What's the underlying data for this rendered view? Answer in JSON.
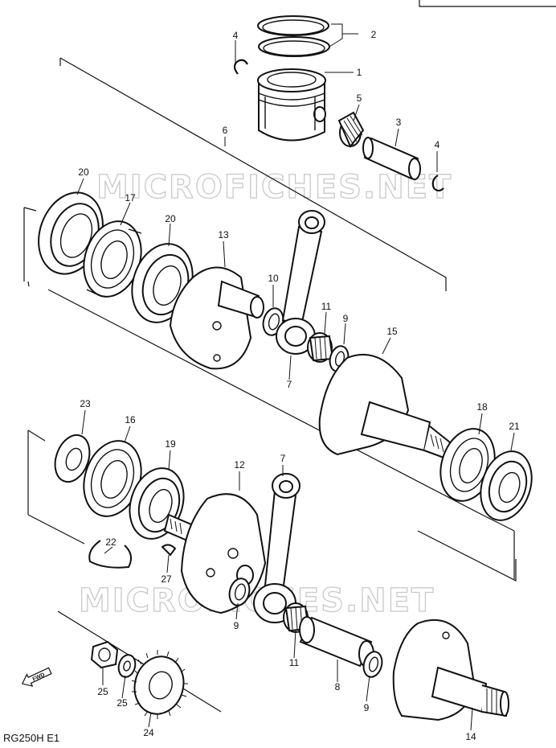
{
  "diagram": {
    "model_code": "RG250H E1",
    "watermark": "MICROFICHES.NET",
    "direction_marker": "FWD",
    "callouts": [
      "1",
      "2",
      "3",
      "4",
      "4",
      "5",
      "6",
      "7",
      "7",
      "8",
      "9",
      "9",
      "9",
      "10",
      "11",
      "11",
      "12",
      "13",
      "14",
      "15",
      "16",
      "17",
      "18",
      "19",
      "20",
      "20",
      "21",
      "22",
      "23",
      "24",
      "25",
      "25",
      "27"
    ],
    "parts": [
      {
        "ref": "1",
        "item": "piston"
      },
      {
        "ref": "2",
        "item": "piston-rings"
      },
      {
        "ref": "3",
        "item": "piston-pin"
      },
      {
        "ref": "4",
        "item": "circlip"
      },
      {
        "ref": "5",
        "item": "needle-bearing"
      },
      {
        "ref": "6",
        "item": "crankshaft-assembly"
      },
      {
        "ref": "7",
        "item": "connecting-rod"
      },
      {
        "ref": "8",
        "item": "crank-pin"
      },
      {
        "ref": "9",
        "item": "thrust-washer"
      },
      {
        "ref": "10",
        "item": "thrust-washer"
      },
      {
        "ref": "11",
        "item": "needle-bearing"
      },
      {
        "ref": "12",
        "item": "crank-web"
      },
      {
        "ref": "13",
        "item": "crank-web"
      },
      {
        "ref": "14",
        "item": "crank-web"
      },
      {
        "ref": "15",
        "item": "crank-web"
      },
      {
        "ref": "16",
        "item": "ball-bearing"
      },
      {
        "ref": "17",
        "item": "ball-bearing"
      },
      {
        "ref": "18",
        "item": "ball-bearing"
      },
      {
        "ref": "19",
        "item": "oil-seal"
      },
      {
        "ref": "20",
        "item": "oil-seal"
      },
      {
        "ref": "21",
        "item": "oil-seal"
      },
      {
        "ref": "22",
        "item": "snap-ring"
      },
      {
        "ref": "23",
        "item": "shim"
      },
      {
        "ref": "24",
        "item": "primary-drive-gear"
      },
      {
        "ref": "25",
        "item": "nut-and-washer"
      },
      {
        "ref": "27",
        "item": "woodruff-key"
      }
    ]
  }
}
